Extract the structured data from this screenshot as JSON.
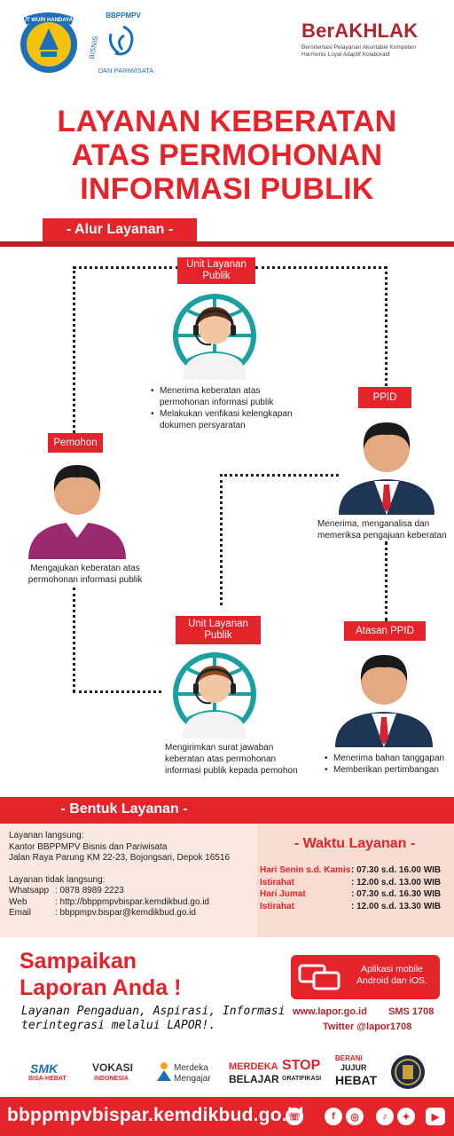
{
  "header": {
    "logo_left_caption": "TUT WURI HANDAYANI",
    "logo_right_top": "BBPPMPV",
    "logo_right_left": "BISNIS",
    "logo_right_bottom": "DAN PARIWISATA",
    "berakhlak_word": "BerAKHLAK",
    "berakhlak_line1": "Berorientasi Pelayanan Akuntabel Kompeten",
    "berakhlak_line2": "Harmonis Loyal Adaptif Kolaboratif"
  },
  "title": {
    "line1": "LAYANAN KEBERATAN",
    "line2": "ATAS PERMOHONAN",
    "line3": "INFORMASI PUBLIK"
  },
  "alur": {
    "heading": "- Alur Layanan -",
    "unit1_label": "Unit Layanan Publik",
    "unit1_items": [
      "Menerima keberatan atas permohonan informasi publik",
      "Melakukan verifikasi kelengkapan dokumen persyaratan"
    ],
    "ppid_label": "PPID",
    "ppid_desc": "Menerima, menganalisa dan memeriksa pengajuan keberatan",
    "pemohon_label": "Pemohon",
    "pemohon_desc": "Mengajukan keberatan atas permohonan informasi publik",
    "unit2_label": "Unit Layanan Publik",
    "unit2_desc": "Mengirimkan surat jawaban keberatan atas permohonan informasi publik kepada pemohon",
    "atasan_label": "Atasan PPID",
    "atasan_items": [
      "Menerima bahan tanggapan",
      "Memberikan pertimbangan"
    ]
  },
  "bentuk": {
    "heading": "- Bentuk Layanan -",
    "langsung_title": "Layanan langsung:",
    "langsung_line1": "Kantor BBPPMPV Bisnis dan Pariwisata",
    "langsung_line2": "Jalan Raya Parung KM 22-23, Bojongsari, Depok 16516",
    "tidak_title": "Layanan tidak langsung:",
    "contacts": [
      {
        "key": "Whatsapp",
        "value": ": 0878 8989 2223"
      },
      {
        "key": "Web",
        "value": ": http://bbppmpvbispar.kemdikbud.go.id"
      },
      {
        "key": "Email",
        "value": ": bbppmpv.bispar@kemdikbud.go.id"
      }
    ]
  },
  "waktu": {
    "heading": "- Waktu Layanan -",
    "rows": [
      {
        "k": "Hari Senin s.d. Kamis",
        "v": ": 07.30 s.d. 16.00 WIB"
      },
      {
        "k": "Istirahat",
        "v": ": 12.00 s.d. 13.00 WIB"
      },
      {
        "k": "Hari Jumat",
        "v": ": 07.30 s.d. 16.30 WIB"
      },
      {
        "k": "Istirahat",
        "v": ": 12.00 s.d. 13.30 WIB"
      }
    ]
  },
  "lapor": {
    "title1": "Sampaikan",
    "title2": "Laporan Anda !",
    "sub1": "Layanan Pengaduan, Aspirasi, Informasi",
    "sub2": "terintegrasi melalui LAPOR!.",
    "card_text": "Aplikasi mobile Android dan iOS.",
    "web": "www.lapor.go.id",
    "sms": "SMS 1708",
    "twitter": "Twitter @lapor1708"
  },
  "logos": {
    "smk": "SMK",
    "smk_sub": "BISA-HEBAT",
    "vokasi": "VOKASI",
    "vokasi_sub": "INDONESIA",
    "merdeka_mengajar1": "Merdeka",
    "merdeka_mengajar2": "Mengajar",
    "merdeka_belajar1": "MERDEKA",
    "merdeka_belajar2": "BELAJAR",
    "stop": "STOP",
    "gratifikasi": "GRATIFIKASI",
    "berani1": "BERANI",
    "berani2": "JUJUR",
    "berani3": "HEBAT"
  },
  "footer": {
    "url": "bbppmpvbispar.kemdikbud.go.id"
  },
  "colors": {
    "accent": "#e4232b",
    "panel": "#fbe8e0"
  }
}
